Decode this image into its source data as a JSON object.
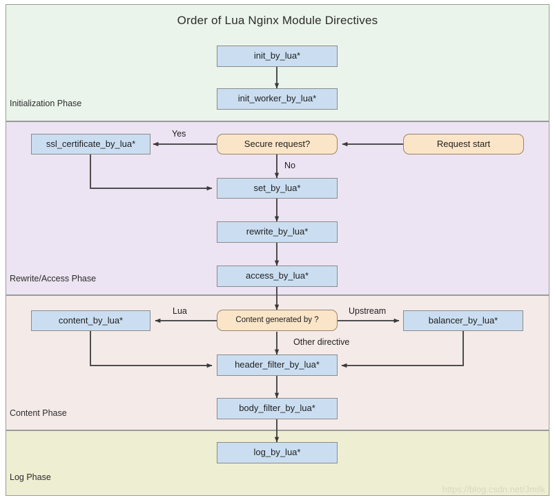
{
  "title": "Order of Lua Nginx Module Directives",
  "watermark": "https://blog.csdn.net/Jmilk",
  "phases": [
    {
      "label": "Initialization Phase",
      "color": "#eaf4ea"
    },
    {
      "label": "Rewrite/Access Phase",
      "color": "#ece4f2"
    },
    {
      "label": "Content Phase",
      "color": "#f4ebe9"
    },
    {
      "label": "Log Phase",
      "color": "#eeeed2"
    }
  ],
  "nodes": {
    "init_by_lua": "init_by_lua*",
    "init_worker_by_lua": "init_worker_by_lua*",
    "request_start": "Request start",
    "secure_request": "Secure request?",
    "ssl_certificate": "ssl_certificate_by_lua*",
    "set_by_lua": "set_by_lua*",
    "rewrite_by_lua": "rewrite_by_lua*",
    "access_by_lua": "access_by_lua*",
    "content_generated_by": "Content generated by ?",
    "content_by_lua": "content_by_lua*",
    "balancer_by_lua": "balancer_by_lua*",
    "header_filter_by_lua": "header_filter_by_lua*",
    "body_filter_by_lua": "body_filter_by_lua*",
    "log_by_lua": "log_by_lua*"
  },
  "edge_labels": {
    "yes": "Yes",
    "no": "No",
    "lua": "Lua",
    "upstream": "Upstream",
    "other_directive": "Other directive"
  },
  "colors": {
    "process_fill": "#cbdef1",
    "terminal_fill": "#fae5c8",
    "edge_stroke": "#4d4d4d",
    "band_initialization": "#eaf4ea",
    "band_rewrite": "#ece4f2",
    "band_content": "#f4ebe9",
    "band_log": "#eeeed2"
  }
}
